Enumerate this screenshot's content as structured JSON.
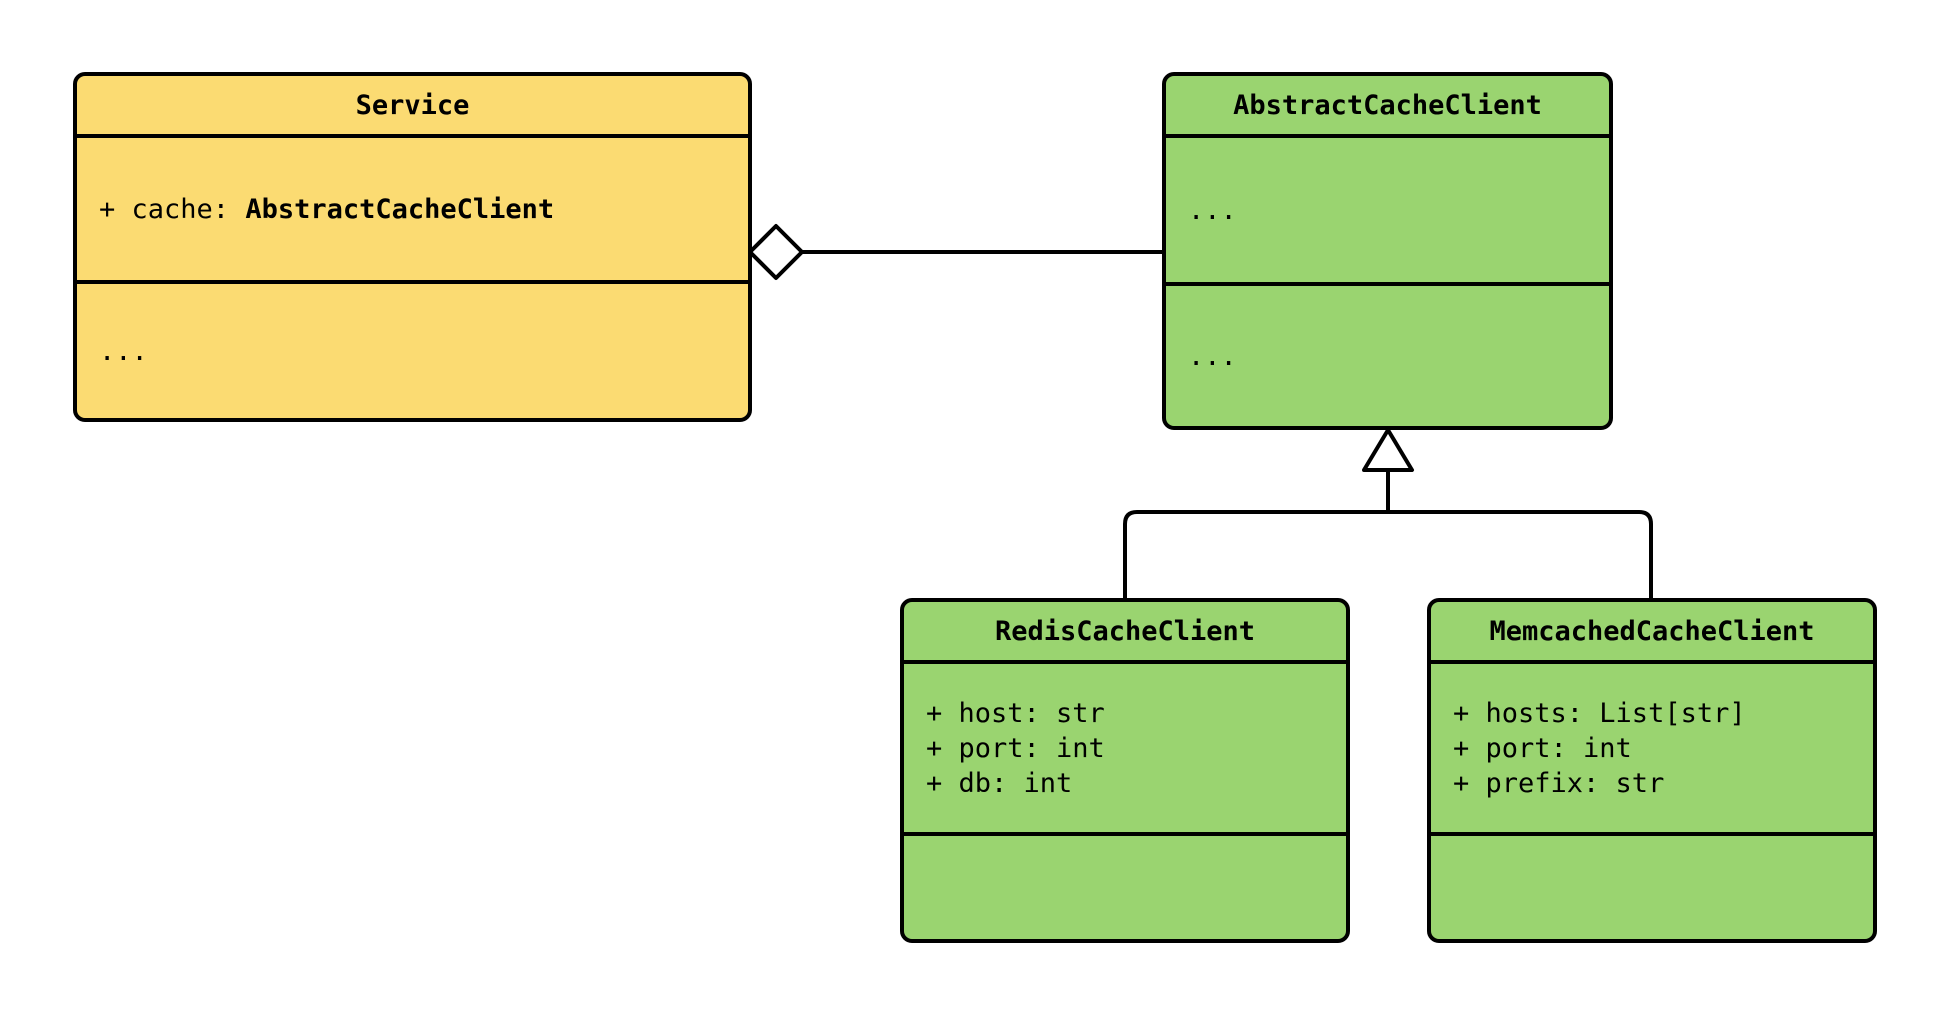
{
  "diagram": {
    "kind": "uml-class-diagram",
    "background": "#ffffff",
    "colors": {
      "service_fill": "#fbdb72",
      "cache_fill": "#9ad470",
      "stroke": "#000000"
    }
  },
  "classes": {
    "service": {
      "name": "Service",
      "attributes": [
        {
          "prefix": "+ cache: ",
          "type": "AbstractCacheClient"
        }
      ],
      "methods_placeholder": "..."
    },
    "abstract_cache_client": {
      "name": "AbstractCacheClient",
      "attributes_placeholder": "...",
      "methods_placeholder": "..."
    },
    "redis_cache_client": {
      "name": "RedisCacheClient",
      "attributes": [
        "+ host: str",
        "+ port: int",
        "+ db: int"
      ],
      "methods": []
    },
    "memcached_cache_client": {
      "name": "MemcachedCacheClient",
      "attributes": [
        "+ hosts: List[str]",
        "+ port: int",
        "+ prefix: str"
      ],
      "methods": []
    }
  },
  "relationships": [
    {
      "type": "aggregation",
      "from": "Service",
      "to": "AbstractCacheClient",
      "marker": "hollow-diamond"
    },
    {
      "type": "generalization",
      "from": "RedisCacheClient",
      "to": "AbstractCacheClient",
      "marker": "hollow-triangle"
    },
    {
      "type": "generalization",
      "from": "MemcachedCacheClient",
      "to": "AbstractCacheClient",
      "marker": "hollow-triangle"
    }
  ]
}
